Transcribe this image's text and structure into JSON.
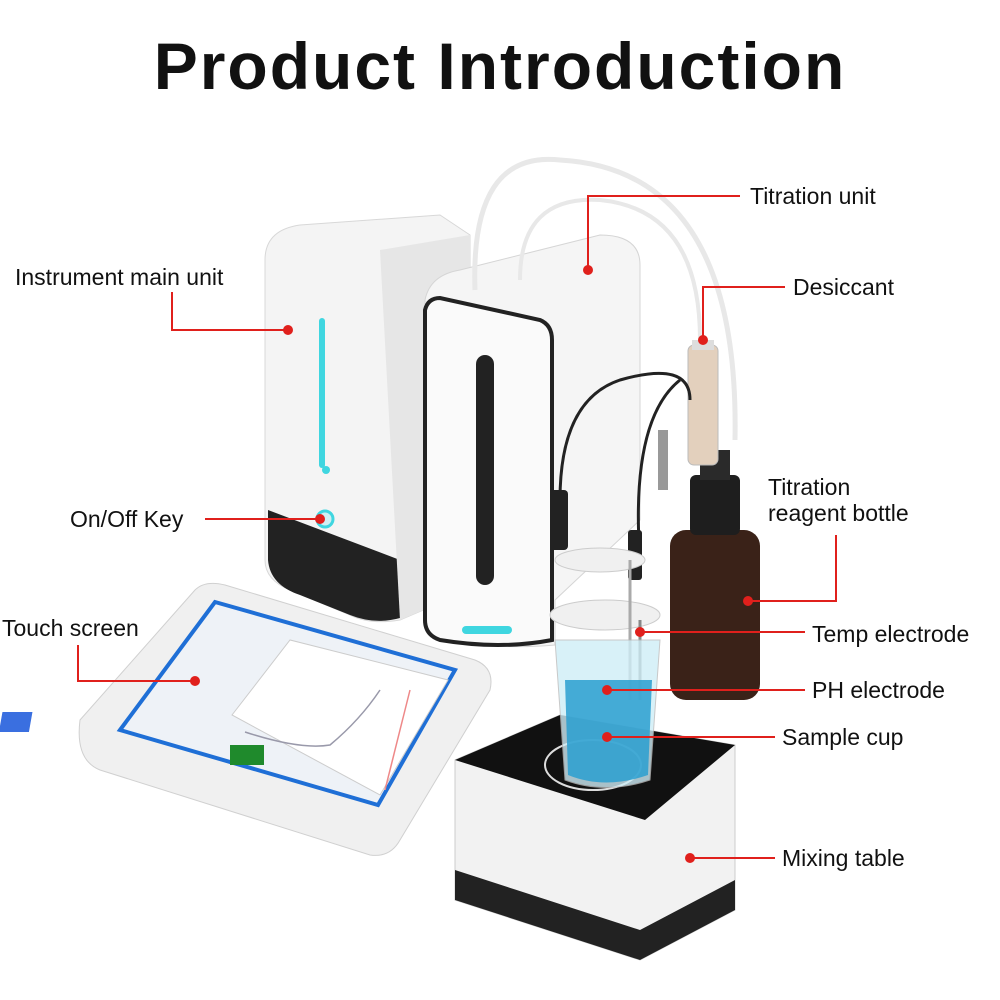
{
  "title": "Product Introduction",
  "labels": {
    "titration_unit": "Titration unit",
    "instrument_main_unit": "Instrument main unit",
    "desiccant": "Desiccant",
    "on_off_key": "On/Off Key",
    "reagent_bottle_line1": "Titration",
    "reagent_bottle_line2": "reagent bottle",
    "touch_screen": "Touch screen",
    "temp_electrode": "Temp electrode",
    "ph_electrode": "PH electrode",
    "sample_cup": "Sample cup",
    "mixing_table": "Mixing table"
  },
  "colors": {
    "callout": "#e0201c",
    "screen_border": "#1f6fd6",
    "indicator": "#3fd6e0"
  }
}
